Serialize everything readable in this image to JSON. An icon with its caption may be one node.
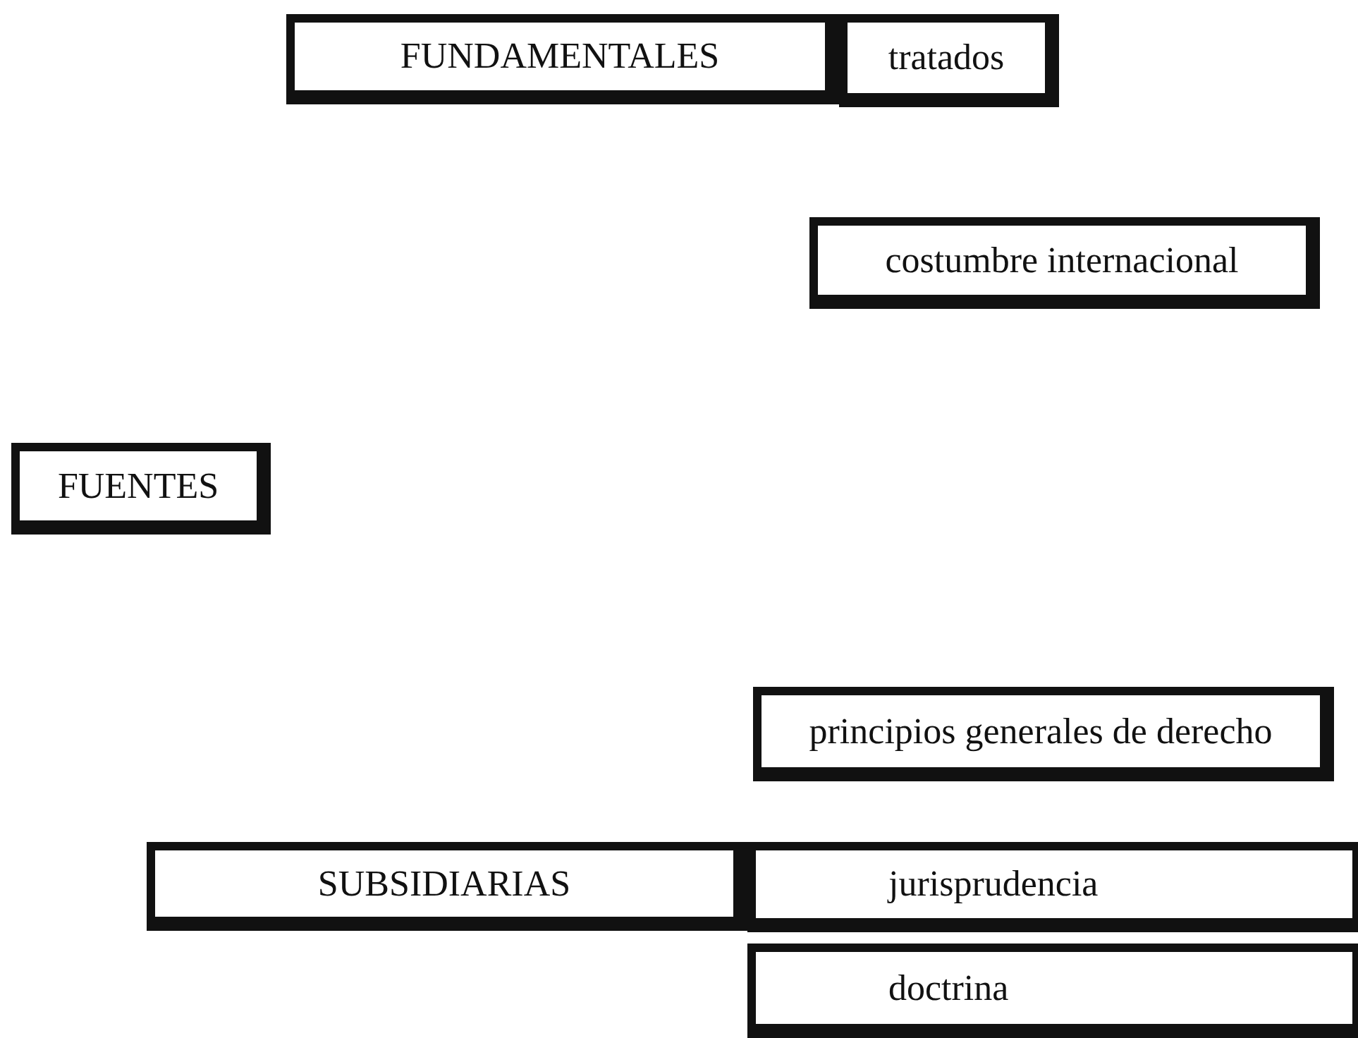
{
  "diagram": {
    "nodes": [
      {
        "text": [
          "FUNDAMENTALES"
        ]
      },
      {
        "text": [
          "tratados"
        ]
      },
      {
        "text": [
          "costumbre internacional"
        ]
      },
      {
        "text": [
          "FUENTES"
        ]
      },
      {
        "text": [
          "principios generales de derecho"
        ]
      },
      {
        "text": [
          "SUBSIDIARIAS"
        ]
      },
      {
        "text": [
          "jurisprudencia"
        ]
      },
      {
        "text": [
          "doctrina"
        ]
      }
    ]
  }
}
